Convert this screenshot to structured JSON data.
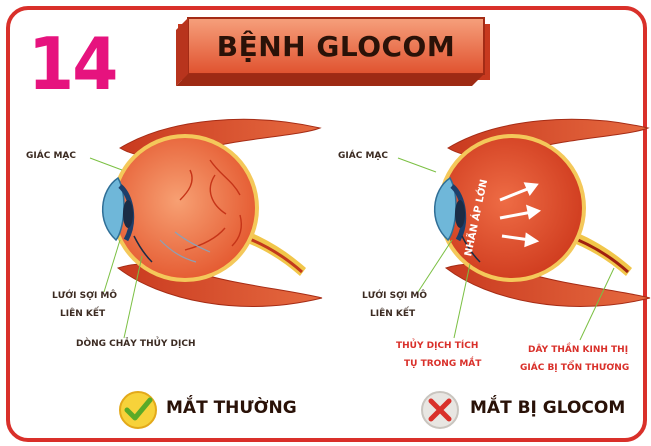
{
  "number": "14",
  "title": "BỆNH GLOCOM",
  "normal_eye": {
    "cornea_label": "GIÁC MẠC",
    "trabecular_label_line1": "LƯỚI SỢI MÔ",
    "trabecular_label_line2": "LIÊN KẾT",
    "flow_label": "DÒNG CHẢY THỦY DỊCH",
    "status_label": "MẮT THƯỜNG",
    "status_icon": "check-icon"
  },
  "glaucoma_eye": {
    "cornea_label": "GIÁC MẠC",
    "pressure_label": "NHÃN ÁP LỚN",
    "trabecular_label_line1": "LƯỚI SỢI MÔ",
    "trabecular_label_line2": "LIÊN KẾT",
    "fluid_label_line1": "THỦY DỊCH TÍCH",
    "fluid_label_line2": "TỤ TRONG MẮT",
    "nerve_label_line1": "DÂY THẦN KINH THỊ",
    "nerve_label_line2": "GIÁC BỊ TỔN THƯƠNG",
    "status_label": "MẮT BỊ GLOCOM",
    "status_icon": "cross-icon"
  },
  "colors": {
    "frame": "#d9302a",
    "number": "#e6137e",
    "check": "#7bc043",
    "cross": "#d9302a",
    "eye": "#e8623c"
  }
}
